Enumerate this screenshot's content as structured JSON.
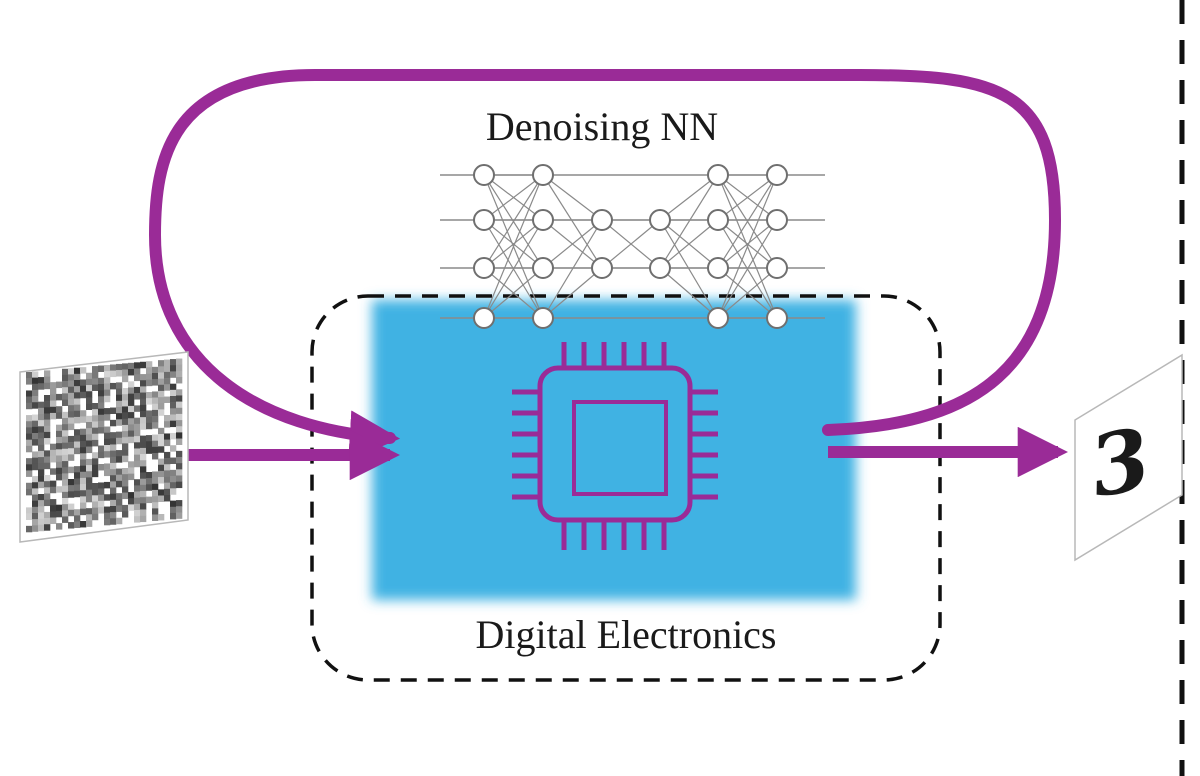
{
  "figure": {
    "nn_label": "Denoising NN",
    "electronics_label": "Digital Electronics",
    "output_digit": "3"
  },
  "colors": {
    "arrow": "#9a2b97",
    "chip_box": "#41b2e3",
    "chip_glyph": "#9a2b97",
    "nn_line": "#8a8a8a",
    "dashed_border": "#111111"
  },
  "icons": {
    "processor": "cpu-chip-icon",
    "network": "neural-network-icon",
    "noisy_input": "noise-pattern-icon",
    "digit_output": "handwritten-digit-icon"
  }
}
